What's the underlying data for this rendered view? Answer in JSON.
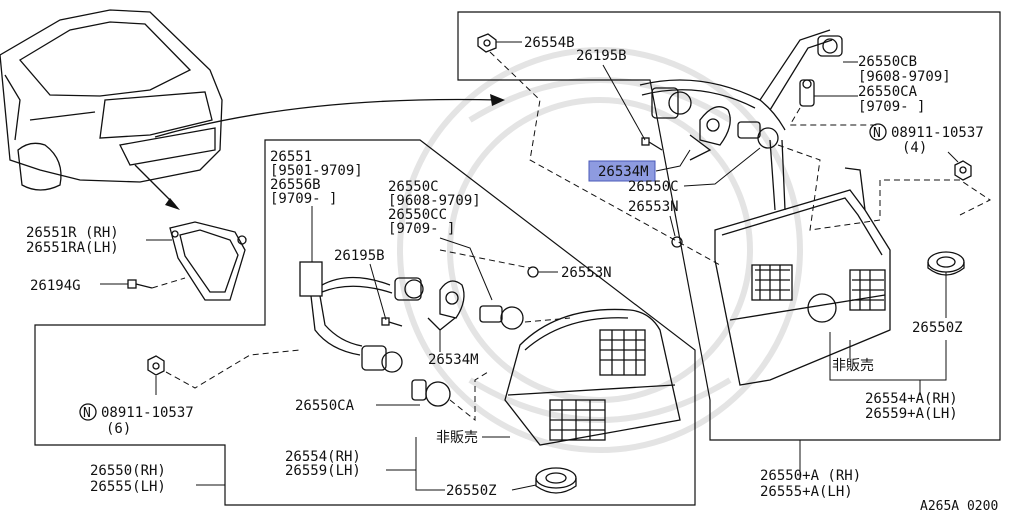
{
  "diagram_code": "A265A 0200",
  "highlight_color": "#8e9be0",
  "labels": {
    "p26554B": "26554B",
    "p26195B_top": "26195B",
    "p26550CB": "26550CB",
    "p26550CB_range": "[9608-9709]",
    "p26550CA_top": "26550CA",
    "p26550CA_range": "[9709-   ]",
    "p08911_right": "08911-10537",
    "p08911_right_qty": "(4)",
    "p26534M_top": "26534M",
    "p26550C_right": "26550C",
    "p26553N_top": "26553N",
    "p26551": "26551",
    "p26551_range": "[9501-9709]",
    "p26556B": "26556B",
    "p26556B_range": "[9709-    ]",
    "p26550C_left": "26550C",
    "p26550C_range": "[9608-9709]",
    "p26550CC": "26550CC",
    "p26550CC_range": "[9709-   ]",
    "p26195B_mid": "26195B",
    "p26553N_mid": "26553N",
    "p26534M_mid": "26534M",
    "p26550CA_mid": "26550CA",
    "p08911_left": "08911-10537",
    "p08911_left_qty": "(6)",
    "p26551R": "26551R (RH)",
    "p26551RA": "26551RA(LH)",
    "p26194G": "26194G",
    "not_for_sale_mid": "非販売",
    "not_for_sale_right": "非販売",
    "p26554_mid": "26554(RH)",
    "p26559_mid": "26559(LH)",
    "p26550Z_bottom": "26550Z",
    "p26550_left": "26550(RH)",
    "p26555_left": "26555(LH)",
    "p26550Z_right": "26550Z",
    "p26554A": "26554+A(RH)",
    "p26559A": "26559+A(LH)",
    "p26550A": "26550+A (RH)",
    "p26555A": "26555+A(LH)",
    "n_mark": "N"
  }
}
